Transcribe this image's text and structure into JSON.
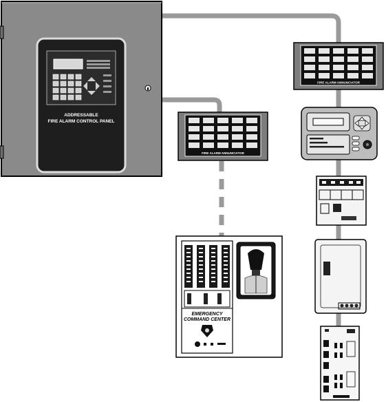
{
  "control_panel": {
    "title_line1": "ADDRESSABLE",
    "title_line2": "FIRE ALARM CONTROL PANEL"
  },
  "annunciator_top": {
    "label": "FIRE ALARM ANNUNCIATOR"
  },
  "annunciator_mid": {
    "label": "FIRE ALARM ANNUNCIATOR"
  },
  "command_center": {
    "title_line1": "EMERGENCY",
    "title_line2": "COMMAND CENTER"
  },
  "colors": {
    "cabinet": "#8a8a8a",
    "panel_face": "#1e1e1e",
    "connector": "#9a9a9a",
    "device_frame": "#7d7d7d",
    "outline": "#000000"
  }
}
